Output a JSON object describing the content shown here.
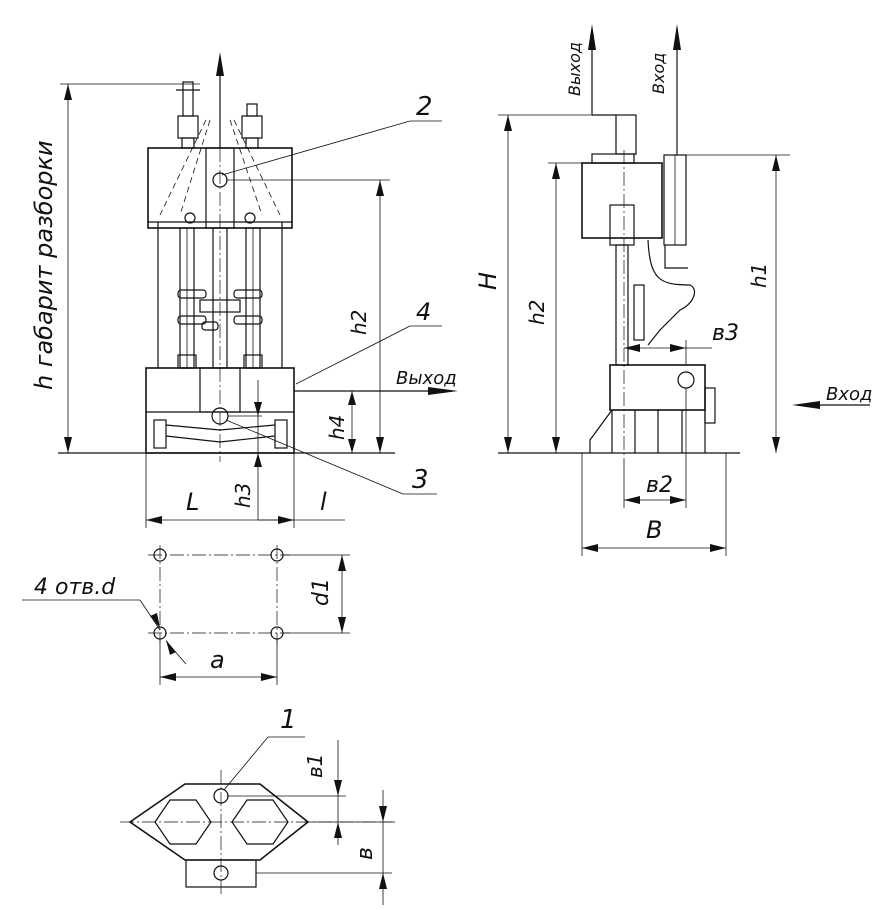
{
  "callouts": {
    "c1": "1",
    "c2": "2",
    "c3": "3",
    "c4": "4"
  },
  "front_view": {
    "disassembly_label": "h габарит разборки",
    "h2": "h2",
    "h3": "h3",
    "h4": "h4",
    "L": "L",
    "l": "l",
    "outlet": "Выход"
  },
  "side_view": {
    "outlet_top": "Выход",
    "inlet_top": "Вход",
    "H": "H",
    "h1": "h1",
    "h2": "h2",
    "b3": "в3",
    "b2": "в2",
    "B": "B",
    "inlet_side": "Вход"
  },
  "hole_plan": {
    "holes": "4 отв.d",
    "d1": "d1",
    "a": "a"
  },
  "top_view": {
    "b1": "в1",
    "b": "в"
  }
}
